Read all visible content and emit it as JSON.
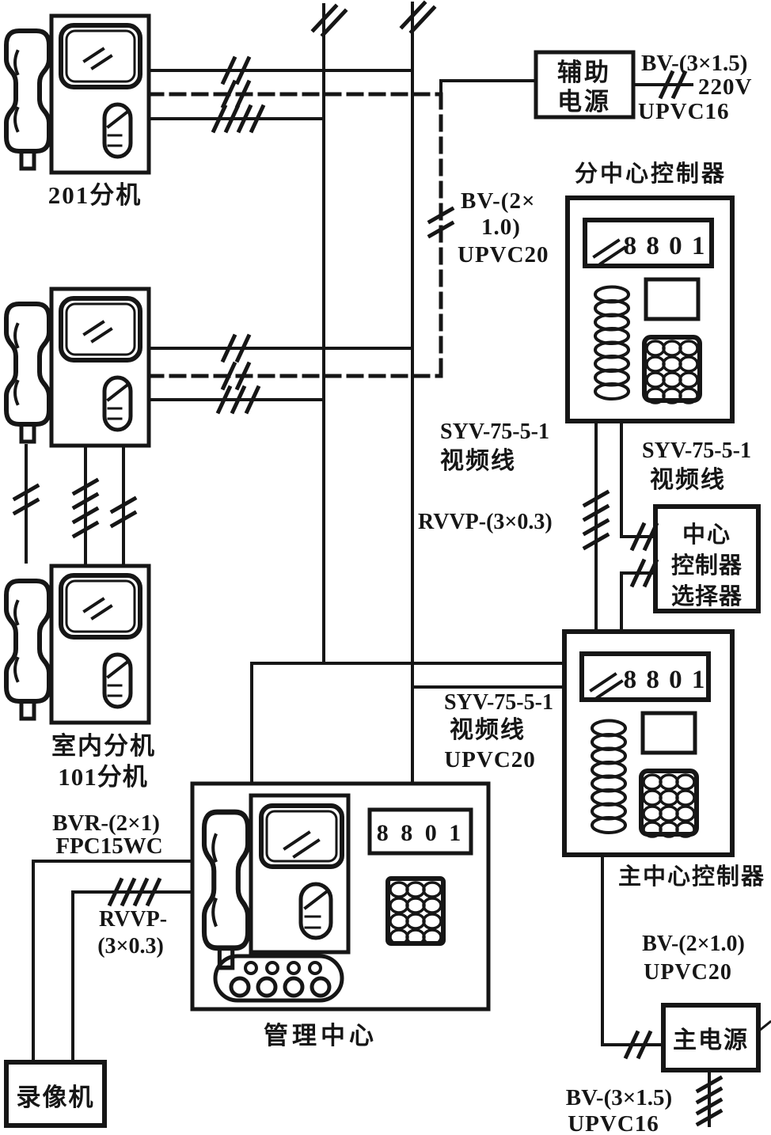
{
  "colors": {
    "ink": "#161616",
    "paper": "#ffffff"
  },
  "units": {
    "unit201": {
      "label": "201分机"
    },
    "indoor": {
      "line1": "室内分机",
      "line2": "101分机"
    }
  },
  "boxes": {
    "aux": {
      "line1": "辅助",
      "line2": "电源"
    },
    "sub": {
      "label": "分中心控制器",
      "display": "8 8 0 1"
    },
    "selector": {
      "line1": "中心",
      "line2": "控制器",
      "line3": "选择器"
    },
    "main": {
      "label": "主中心控制器",
      "display": "8 8 0 1"
    },
    "mgmt": {
      "label": "管理中心",
      "display": "8 8 0 1"
    },
    "power": {
      "label": "主电源"
    },
    "vcr": {
      "label": "录像机"
    }
  },
  "cables": {
    "auxFeed": {
      "l1": "BV-(3×1.5)",
      "l2": "220V",
      "l3": "UPVC16"
    },
    "auxTrunk": {
      "l1": "BV-(2×",
      "l2": "1.0)",
      "l3": "UPVC20"
    },
    "videoLeft": {
      "l1": "SYV-75-5-1",
      "l2": "视频线"
    },
    "videoRight": {
      "l1": "SYV-75-5-1",
      "l2": "视频线"
    },
    "rvvpMid": {
      "label": "RVVP-(3×0.3)"
    },
    "videoCenter": {
      "l1": "SYV-75-5-1",
      "l2": "视频线",
      "l3": "UPVC20"
    },
    "powerFeed": {
      "l1": "BV-(2×1.0)",
      "l2": "UPVC20"
    },
    "powerIn": {
      "l1": "BV-(3×1.5)",
      "l2": "UPVC16"
    },
    "vcrVideo": {
      "l1": "BVR-(2×1)",
      "l2": "FPC15WC"
    },
    "vcrCtrl": {
      "l1": "RVVP-",
      "l2": "(3×0.3)"
    }
  }
}
